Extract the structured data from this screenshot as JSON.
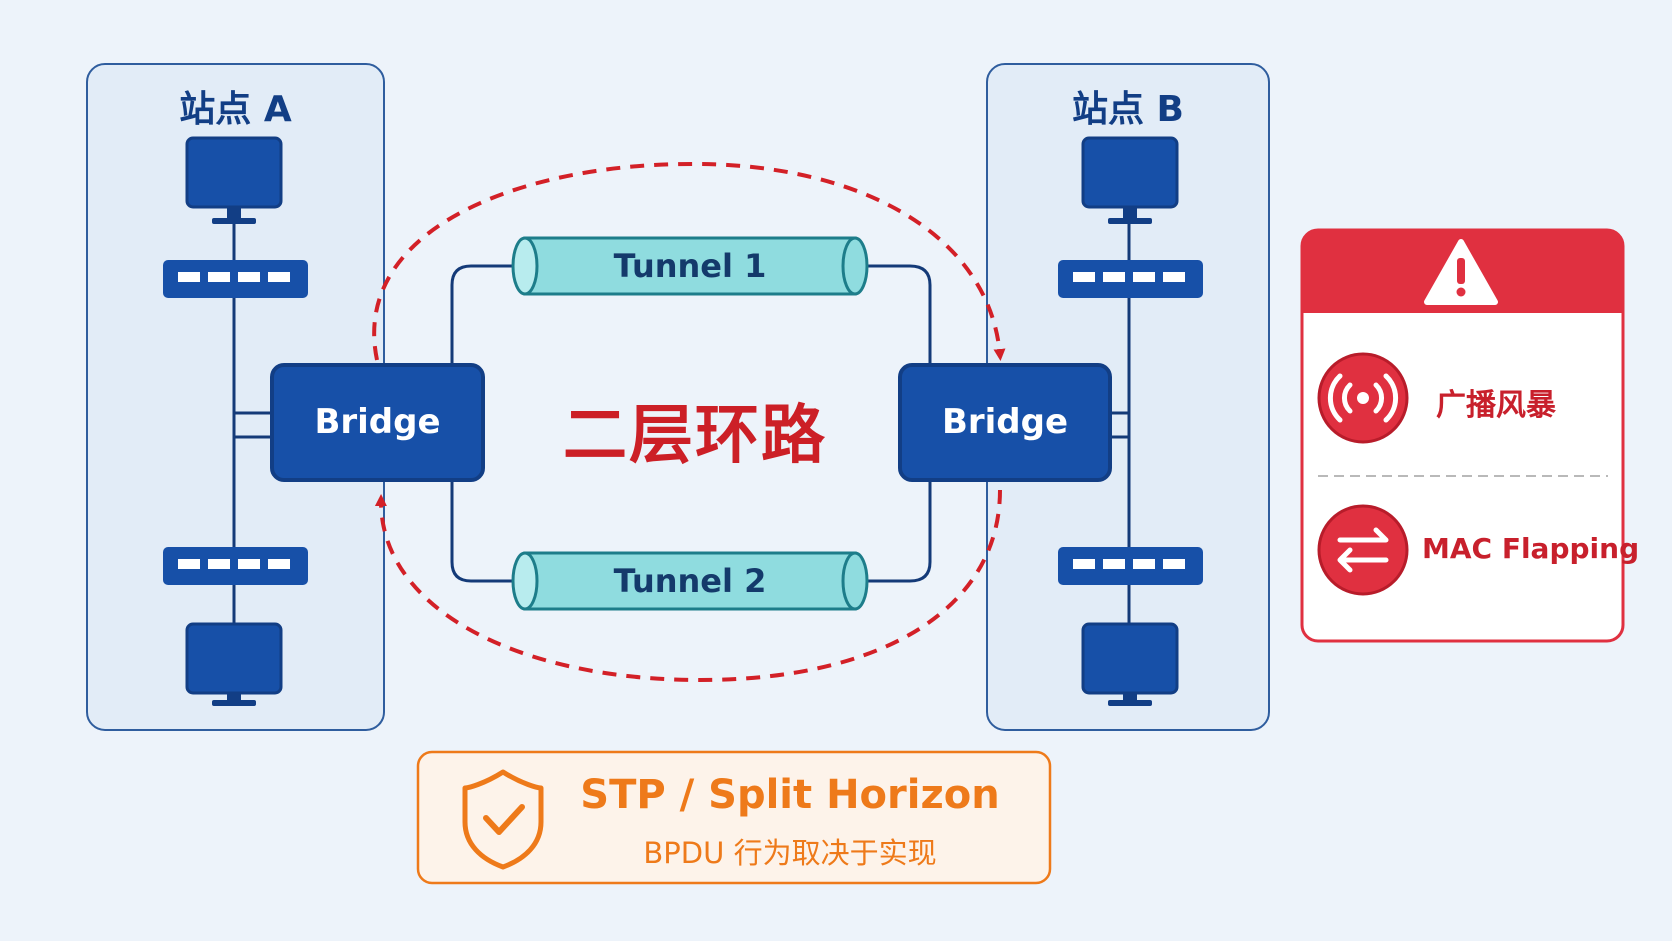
{
  "sites": [
    {
      "title": "站点 A",
      "bridge_label": "Bridge"
    },
    {
      "title": "站点 B",
      "bridge_label": "Bridge"
    }
  ],
  "tunnels": [
    {
      "label": "Tunnel 1"
    },
    {
      "label": "Tunnel 2"
    }
  ],
  "loop_label": "二层环路",
  "alert_panel": {
    "items": [
      {
        "label": "广播风暴",
        "icon": "broadcast-icon"
      },
      {
        "label": "MAC Flapping",
        "icon": "swap-arrows-icon"
      }
    ]
  },
  "mitigation": {
    "title": "STP / Split Horizon",
    "subtitle": "BPDU 行为取决于实现",
    "icon": "shield-check-icon"
  },
  "colors": {
    "background": "#edf3fa",
    "site_panel": "#e2ecf7",
    "device_blue": "#1750a8",
    "line_navy": "#143a78",
    "tunnel_fill": "#8fdcdf",
    "loop_red": "#d32027",
    "alert_red": "#e03040",
    "stp_orange": "#ee7a1a"
  }
}
